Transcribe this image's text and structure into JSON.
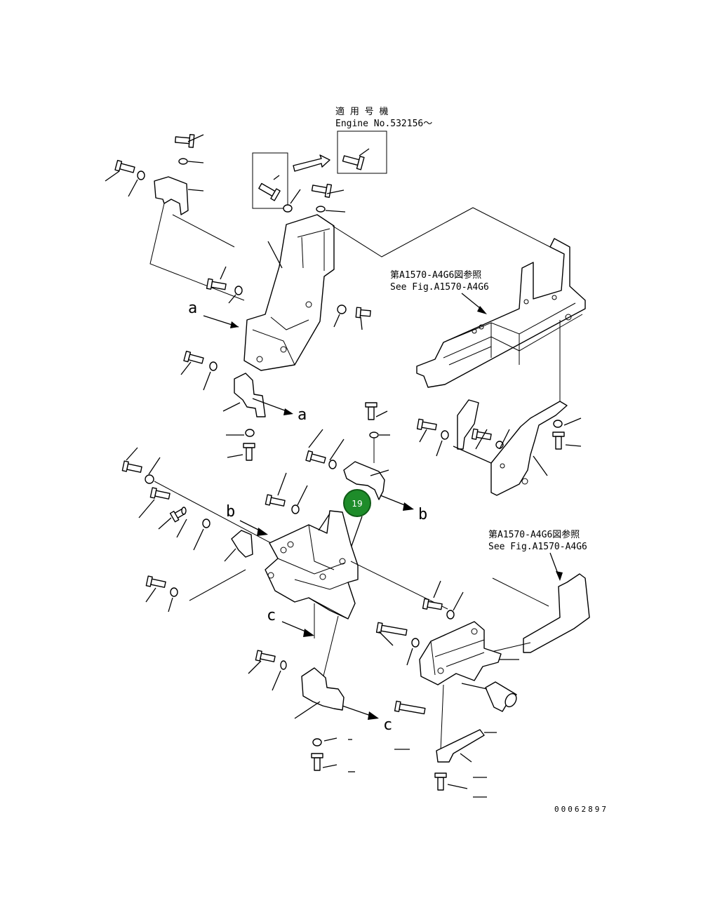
{
  "applicability": {
    "title_jp": "適 用 号 機",
    "engine_line": "Engine No.532156～"
  },
  "references": [
    {
      "jp": "第A1570-A4G6図参照",
      "en": "See Fig.A1570-A4G6"
    },
    {
      "jp": "第A1570-A4G6図参照",
      "en": "See Fig.A1570-A4G6"
    }
  ],
  "callouts": [
    "a",
    "a",
    "b",
    "b",
    "c",
    "c"
  ],
  "hotspot": {
    "label": "19",
    "color": "#1e8c2a"
  },
  "drawing_number": "00062897"
}
